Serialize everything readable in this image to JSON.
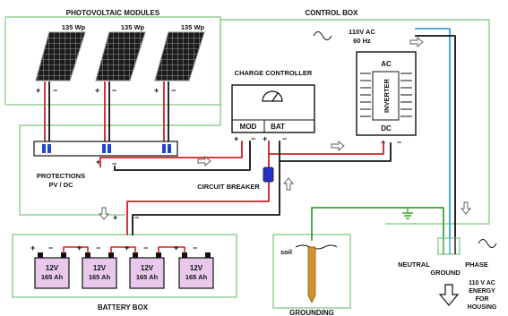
{
  "pv": {
    "title": "PHOTOVOLTAIC MODULES",
    "panels": [
      {
        "rating": "135 Wp"
      },
      {
        "rating": "135 Wp"
      },
      {
        "rating": "135 Wp"
      }
    ]
  },
  "control_box": {
    "title": "CONTROL BOX"
  },
  "charge_controller": {
    "title": "CHARGE CONTROLLER",
    "mod_label": "MOD",
    "bat_label": "BAT"
  },
  "inverter": {
    "label": "INVERTER",
    "ac_label": "AC",
    "dc_label": "DC",
    "output_spec_line1": "110V AC",
    "output_spec_line2": "60 Hz"
  },
  "protections": {
    "label_line1": "PROTECTIONS",
    "label_line2": "PV / DC"
  },
  "circuit_breaker": {
    "label": "CIRCUIT BREAKER"
  },
  "battery_box": {
    "title": "BATTERY BOX",
    "batteries": [
      {
        "voltage": "12V",
        "capacity": "165 Ah"
      },
      {
        "voltage": "12V",
        "capacity": "165 Ah"
      },
      {
        "voltage": "12V",
        "capacity": "165 Ah"
      },
      {
        "voltage": "12V",
        "capacity": "165 Ah"
      }
    ]
  },
  "grounding": {
    "title": "GROUNDING",
    "soil_label": "soil"
  },
  "output": {
    "neutral_label": "NEUTRAL",
    "ground_label": "GROUND",
    "phase_label": "PHASE",
    "energy_line1": "110 V AC",
    "energy_line2": "ENERGY",
    "energy_line3": "FOR",
    "energy_line4": "HOUSING"
  },
  "symbols": {
    "plus": "+",
    "minus": "−"
  },
  "colors": {
    "positive_wire": "#d42020",
    "negative_wire": "#111111",
    "ground_wire": "#3aa33a",
    "phase_wire": "#3aa0d8",
    "box_border": "#7dc47d",
    "battery_fill": "#e8c9ec",
    "breaker": "#2233cc"
  }
}
